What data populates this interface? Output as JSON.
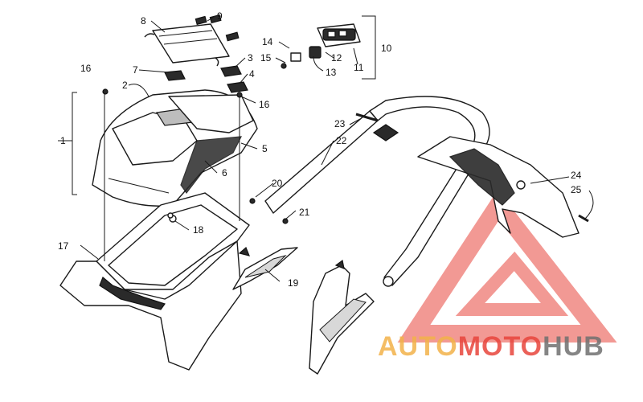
{
  "diagram": {
    "callouts": [
      "1",
      "2",
      "3",
      "4",
      "5",
      "6",
      "7",
      "8",
      "9",
      "10",
      "11",
      "12",
      "13",
      "14",
      "15",
      "16",
      "16",
      "17",
      "18",
      "19",
      "20",
      "21",
      "22",
      "23",
      "24",
      "25"
    ]
  },
  "watermark": {
    "part1": "AUTO",
    "part2": "MOTO",
    "part3": "HUB",
    "colors": {
      "yellow": "#f3b24a",
      "red": "#e8453c",
      "grey": "#707070"
    }
  }
}
